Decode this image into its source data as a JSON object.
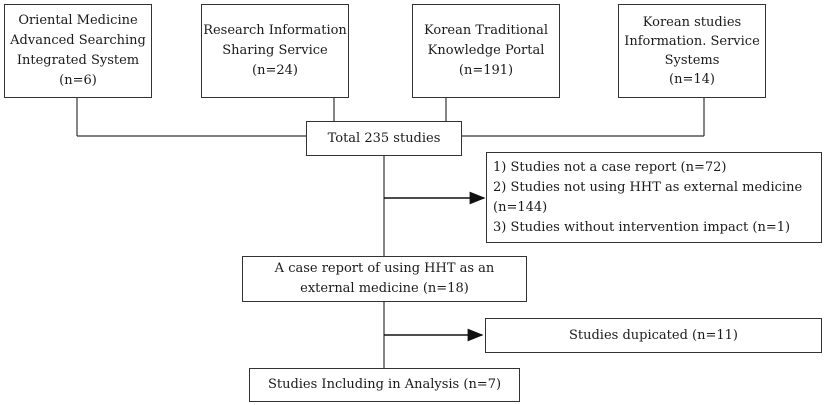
{
  "sources": [
    {
      "lines": [
        "Oriental Medicine",
        "Advanced Searching",
        "Integrated System",
        "(n=6)"
      ]
    },
    {
      "lines": [
        "Research Information",
        "Sharing Service",
        "(n=24)"
      ]
    },
    {
      "lines": [
        "Korean Traditional",
        "Knowledge Portal",
        "(n=191)"
      ]
    },
    {
      "lines": [
        "Korean studies",
        "Information. Service",
        "Systems",
        "(n=14)"
      ]
    }
  ],
  "total": {
    "text": "Total 235 studies"
  },
  "exclusions": {
    "lines": [
      "1) Studies not a case report (n=72)",
      "2) Studies not using HHT as external medicine",
      "(n=144)",
      "3) Studies without intervention impact (n=1)"
    ]
  },
  "screened": {
    "lines": [
      "A case report of using HHT as an",
      "external medicine (n=18)"
    ]
  },
  "duplicates": {
    "text": "Studies dupicated (n=11)"
  },
  "final": {
    "text": "Studies Including in Analysis (n=7)"
  }
}
